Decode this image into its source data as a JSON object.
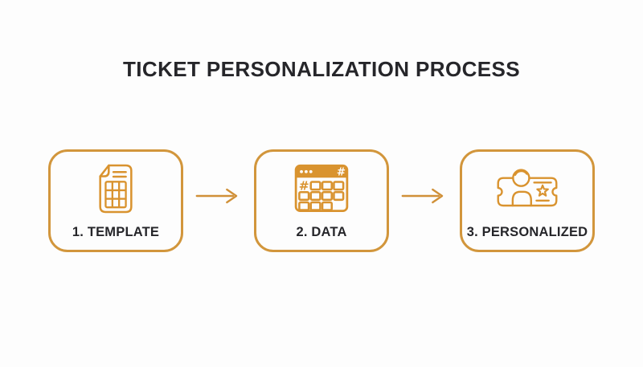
{
  "title": "TICKET PERSONALIZATION PROCESS",
  "steps": [
    {
      "label": "1. TEMPLATE",
      "icon": "template-document-icon"
    },
    {
      "label": "2. DATA",
      "icon": "data-table-icon"
    },
    {
      "label": "3. PERSONALIZED",
      "icon": "personalized-ticket-icon"
    }
  ],
  "connectors": [
    {
      "icon": "arrow-right-icon"
    },
    {
      "icon": "arrow-right-icon"
    }
  ],
  "icons": {
    "hash_symbol": "#"
  },
  "colors": {
    "accent_border": "#D2963C",
    "accent_icon": "#D9932F",
    "title_text": "#26262A",
    "label_text": "#26262A",
    "background": "#FDFDFD"
  }
}
